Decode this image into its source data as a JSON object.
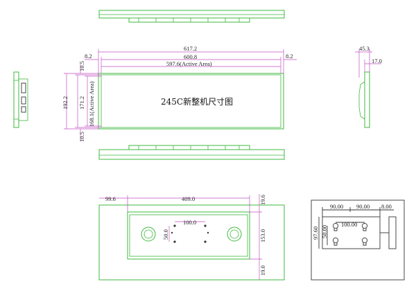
{
  "title": "245C新整机尺寸图",
  "front_view": {
    "overall_width": "617.2",
    "bezel_width": "600.8",
    "active_width": "597.6(Active Area)",
    "left_margin": "8.2",
    "right_margin": "8.2",
    "overall_height": "192.2",
    "bezel_height": "171.2",
    "active_height": "168.1(Active Area)",
    "top_margin": "10.5",
    "bottom_margin": "10.5"
  },
  "side_view": {
    "depth": "45.3",
    "panel_depth": "17.0"
  },
  "rear_view": {
    "left_offset": "99.6",
    "mount_width": "409.0",
    "top_offset": "19.6",
    "mount_height": "153.0",
    "bottom_offset": "19.0",
    "hole_spacing_h": "100.0",
    "hole_spacing_v": "50.0"
  },
  "detail_view": {
    "left_dim": "90.00",
    "mid_dim": "90.00",
    "right_dim": "8.00",
    "height_dim": "97.60",
    "vesa_h": "100.00",
    "vesa_v": "50.00"
  },
  "colors": {
    "outline": "#3db83d",
    "dimension": "#c04fc0",
    "detail": "#333333"
  }
}
